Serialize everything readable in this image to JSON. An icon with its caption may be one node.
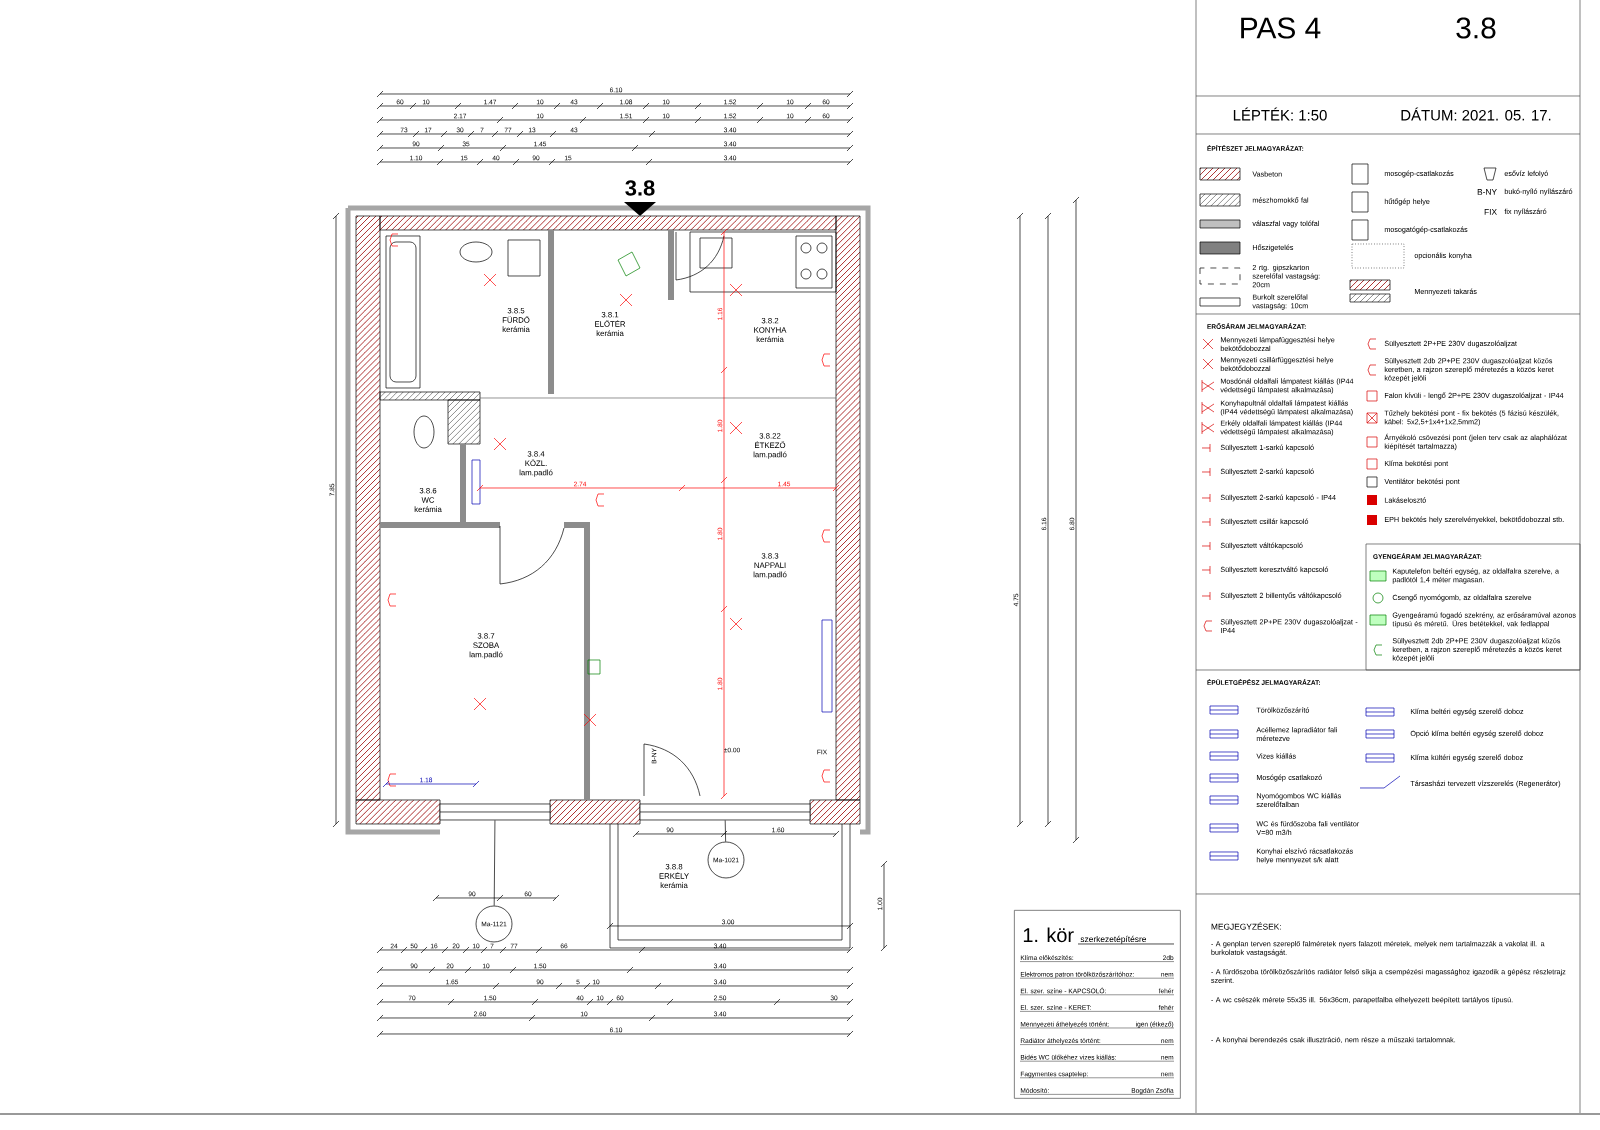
{
  "diagram": {
    "nodes": [
      {
        "text": [
          "3.8"
        ]
      },
      {
        "text": [
          "3.8.5",
          "FÜRDŐ",
          "kerámia"
        ]
      },
      {
        "text": [
          "3.8.1",
          "ELŐTÉR",
          "kerámia"
        ]
      },
      {
        "text": [
          "3.8.2",
          "KONYHA",
          "kerámia"
        ]
      },
      {
        "text": [
          "3.8.22",
          "ÉTKEZŐ",
          "lam.padló"
        ]
      },
      {
        "text": [
          "3.8.4",
          "KÖZL.",
          "lam.padló"
        ]
      },
      {
        "text": [
          "3.8.6",
          "WC",
          "kerámia"
        ]
      },
      {
        "text": [
          "3.8.3",
          "NAPPALI",
          "lam.padló"
        ]
      },
      {
        "text": [
          "3.8.7",
          "SZOBA",
          "lam.padló"
        ]
      },
      {
        "text": [
          "3.8.8",
          "ERKÉLY",
          "kerámia"
        ]
      },
      {
        "text": [
          "Ma-1121"
        ]
      },
      {
        "text": [
          "Ma-1021"
        ]
      },
      {
        "text": [
          "1. kör",
          "szerkezetépítésre",
          "Klíma előkészítés:",
          "2db",
          "Elektromos patron törölközőszárítóhoz:",
          "nem",
          "El. szer. színe - KAPCSOLÓ:",
          "fehér",
          "El. szer. színe - KERET:",
          "fehér",
          "Mennyezeti áthelyezés történt:",
          "igen (étkező)",
          "Radiátor áthelyezés történt:",
          "nem",
          "Bidés WC ülőkéhez vizes kiállás:",
          "nem",
          "Fagymentes csaptelep:",
          "nem",
          "Módosító:",
          "Bogdán Zsófia"
        ]
      },
      {
        "text": [],
        "shape": "box"
      },
      {
        "text": [],
        "shape": "box"
      }
    ],
    "edges": [
      {
        "from": 10,
        "to": 13,
        "arrow": "none"
      },
      {
        "from": 11,
        "to": 14,
        "arrow": "none"
      }
    ],
    "labels": [
      "PAS 4",
      "3.8",
      "LÉPTÉK: 1:50",
      "DÁTUM: 2021. 05. 17.",
      "ÉPÍTÉSZET JELMAGYARÁZAT:",
      "B-NY",
      "FIX",
      "ERŐSÁRAM JELMAGYARÁZAT:",
      "GYENGEÁRAM JELMAGYARÁZAT:",
      "ÉPÜLETGÉPÉSZ JELMAGYARÁZAT:",
      "MEGJEGYZÉSEK:",
      "- A genplan terven szereplő falméretek nyers falazott méretek, melyek nem tartalmazzák a vakolat ill. a burkolatok vastagságát.",
      "- A fürdőszoba törölközőszárítós radiátor felső síkja a csempézési magassághoz igazodik a gépész részletrajz szerint.",
      "- A wc csészék mérete 55x35 ill. 56x36cm, parapetfalba elhelyezett beépített tartályos típusú.",
      "- A konyhai berendezés csak illusztráció, nem része a műszaki tartalomnak.",
      "6.10",
      "60",
      "10",
      "1.47",
      "10",
      "43",
      "1.08",
      "10",
      "1.52",
      "10",
      "60",
      "2.17",
      "10",
      "1.51",
      "10",
      "1.52",
      "10",
      "60",
      "73",
      "17",
      "30",
      "7",
      "77",
      "13",
      "43",
      "3.40",
      "90",
      "35",
      "1.45",
      "3.40",
      "1.10",
      "15",
      "40",
      "90",
      "15",
      "3.40",
      "2.74",
      "1.45",
      "1.16",
      "1.80",
      "1.80",
      "1.80",
      "B-NY",
      "±0.00",
      "FIX",
      "1.18",
      "90",
      "1.60",
      "90",
      "60",
      "3.00",
      "1.00",
      "24",
      "50",
      "16",
      "20",
      "10",
      "7",
      "77",
      "66",
      "3.40",
      "90",
      "20",
      "10",
      "1.50",
      "3.40",
      "1.65",
      "90",
      "5",
      "10",
      "3.40",
      "70",
      "1.50",
      "40",
      "10",
      "60",
      "2.50",
      "30",
      "2.60",
      "10",
      "3.40",
      "6.10",
      "7.85",
      "4.75",
      "6.16",
      "6.80"
    ],
    "legend": [
      {
        "text": "Vasbeton"
      },
      {
        "text": "mészhomokkő fal"
      },
      {
        "text": "válaszfal vagy tolófal"
      },
      {
        "text": "Hőszigetelés"
      },
      {
        "text": "2 rtg. gipszkarton szerelőfal vastagság: 20cm"
      },
      {
        "text": "Burkolt szerelőfal vastagság: 10cm"
      },
      {
        "text": "mosogép-csatlakozás"
      },
      {
        "text": "hűtőgép helye"
      },
      {
        "text": "mosogatógép-csatlakozás"
      },
      {
        "text": "opcionális konyha"
      },
      {
        "text": "Mennyezeti takarás"
      },
      {
        "text": "esővíz lefolyó"
      },
      {
        "text": "bukó-nyíló nyílászáró"
      },
      {
        "text": "fix nyílászáró"
      },
      {
        "text": "Mennyezeti lámpafüggesztési helye bekötődobozzal"
      },
      {
        "text": "Mennyezeti csillárfüggesztési helye bekötődobozzal"
      },
      {
        "text": "Mosdónál oldalfali lámpatest kiállás (IP44 védettségű lámpatest alkalmazása)"
      },
      {
        "text": "Konyhapultnál oldalfali lámpatest kiállás (IP44 védettségű lámpatest alkalmazása)"
      },
      {
        "text": "Erkély oldalfali lámpatest kiállás (IP44 védettségű lámpatest alkalmazása)"
      },
      {
        "text": "Süllyesztett 1-sarkú kapcsoló"
      },
      {
        "text": "Süllyesztett 2-sarkú kapcsoló"
      },
      {
        "text": "Süllyesztett 2-sarkú kapcsoló - IP44"
      },
      {
        "text": "Süllyesztett csillár kapcsoló"
      },
      {
        "text": "Süllyesztett váltókapcsoló"
      },
      {
        "text": "Süllyesztett keresztváltó kapcsoló"
      },
      {
        "text": "Süllyesztett 2 billentyűs váltókapcsoló"
      },
      {
        "text": "Süllyesztett 2P+PE 230V dugaszolóaljzat - IP44"
      },
      {
        "text": "Süllyesztett 2P+PE 230V dugaszolóaljzat"
      },
      {
        "text": "Süllyesztett 2db 2P+PE 230V dugaszolóaljzat közös keretben, a rajzon szereplő méretezés a közös keret közepét jelöli"
      },
      {
        "text": "Falon kívüli - lengő 2P+PE 230V dugaszolóaljzat - IP44"
      },
      {
        "text": "Tűzhely bekötési pont - fix bekötés (5 fázisú készülék, kábel: 5x2,5+1x4+1x2,5mm2)"
      },
      {
        "text": "Árnyékoló csövezési pont (jelen terv csak az alaphálózat kiépítését tartalmazza)"
      },
      {
        "text": "Klíma bekötési pont"
      },
      {
        "text": "Ventilátor bekötési pont"
      },
      {
        "text": "Lakáselosztó"
      },
      {
        "text": "EPH bekötés hely szerelvényekkel, bekötődobozzal stb."
      },
      {
        "text": "Kaputelefon beltéri egység, az oldalfalra szerelve, a padlótól 1,4 méter magasan."
      },
      {
        "text": "Csengő nyomógomb, az oldalfalra szerelve"
      },
      {
        "text": "Gyengeáramú fogadó szekrény, az erősáramúval azonos típusú és méretű. Üres betétekkel, vak fedlappal"
      },
      {
        "text": "Süllyesztett 2db 2P+PE 230V dugaszolóaljzat közös keretben, a rajzon szereplő méretezés a közös keret közepét jelöli"
      },
      {
        "text": "Törölközőszárító"
      },
      {
        "text": "Acéllemez lapradiátor fali méretezve"
      },
      {
        "text": "Vizes kiállás"
      },
      {
        "text": "Mosógép csatlakozó"
      },
      {
        "text": "Nyomógombos WC kiállás szerelőfalban"
      },
      {
        "text": "WC és fürdőszoba fali ventilátor V=80 m3/h"
      },
      {
        "text": "Konyhai elszívó rácsatlakozás helye mennyezet s/k alatt"
      },
      {
        "text": "Klíma beltéri egység szerelő doboz"
      },
      {
        "text": "Opció klíma beltéri egység szerelő doboz"
      },
      {
        "text": "Klíma kültéri egység szerelő doboz"
      },
      {
        "text": "Társasházi tervezett vízszerelés (Regenerátor)"
      }
    ]
  }
}
